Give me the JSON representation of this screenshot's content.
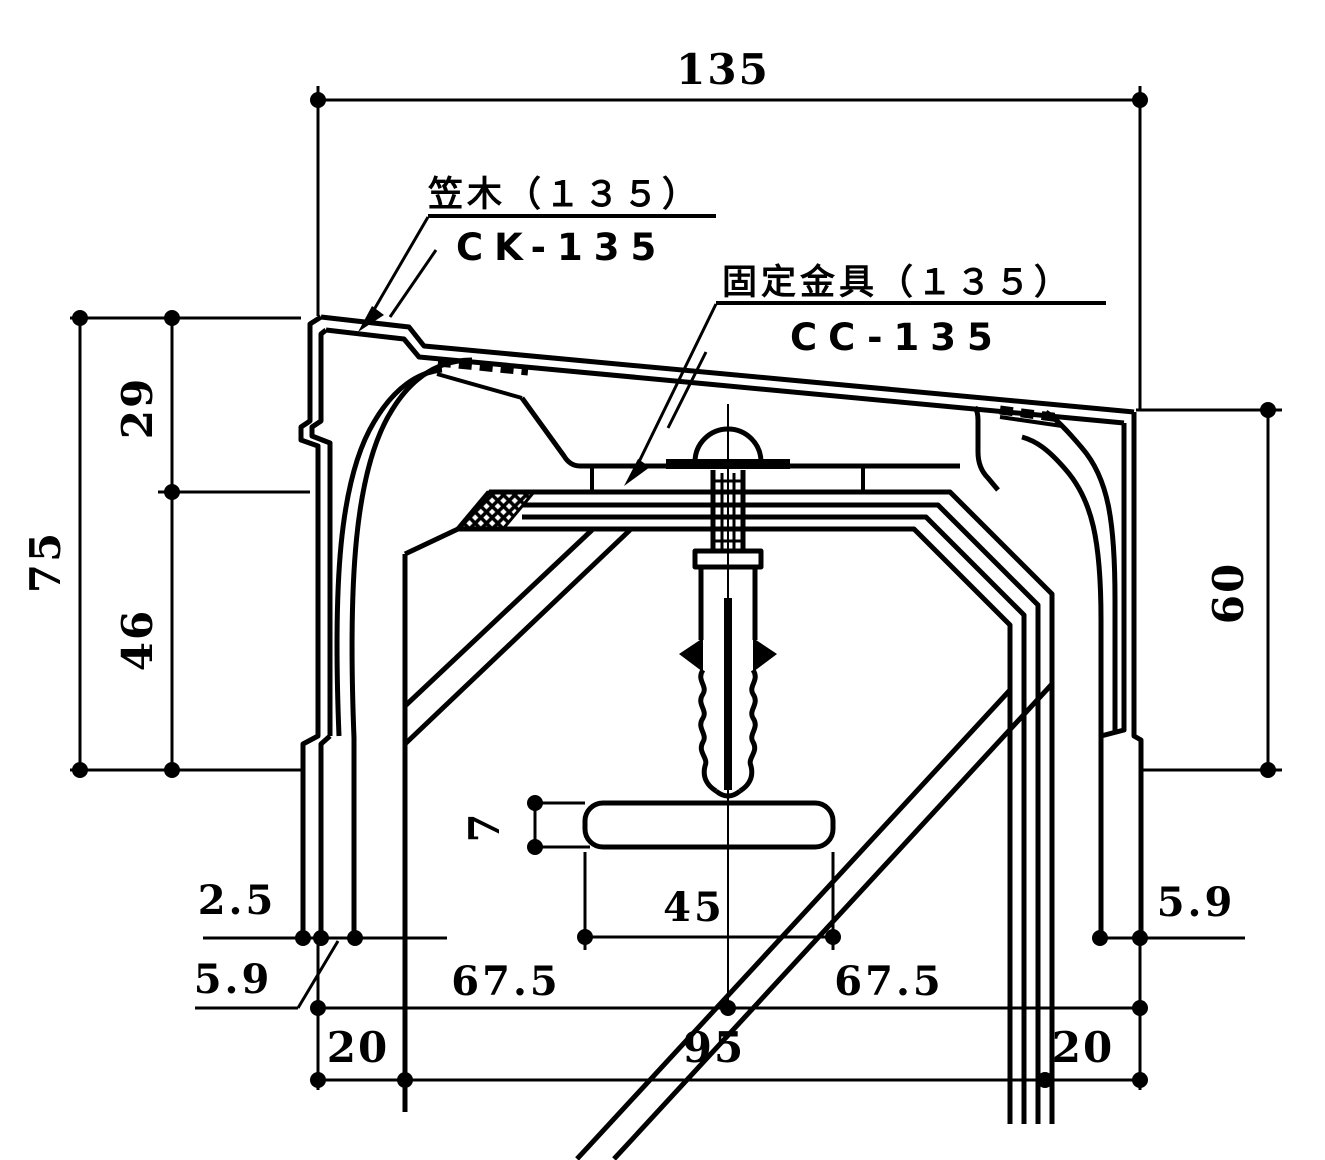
{
  "colors": {
    "ink": "#000000",
    "paper": "#ffffff"
  },
  "callouts": {
    "cap": {
      "name": "笠木（１３５）",
      "code": "CK-135"
    },
    "fixing_bracket": {
      "name": "固定金具（１３５）",
      "code": "CC-135"
    }
  },
  "dimensions": {
    "overall_width": "135",
    "overall_height": "75",
    "upper_height": "29",
    "lower_height": "46",
    "right_drop_height": "60",
    "slot_height": "7",
    "slot_width": "45",
    "left_lip_offset": "2.5",
    "left_wall_thickness": "5.9",
    "right_wall_thickness": "5.9",
    "half_span_left": "67.5",
    "half_span_right": "67.5",
    "base_left": "20",
    "base_center": "95",
    "base_right": "20"
  }
}
